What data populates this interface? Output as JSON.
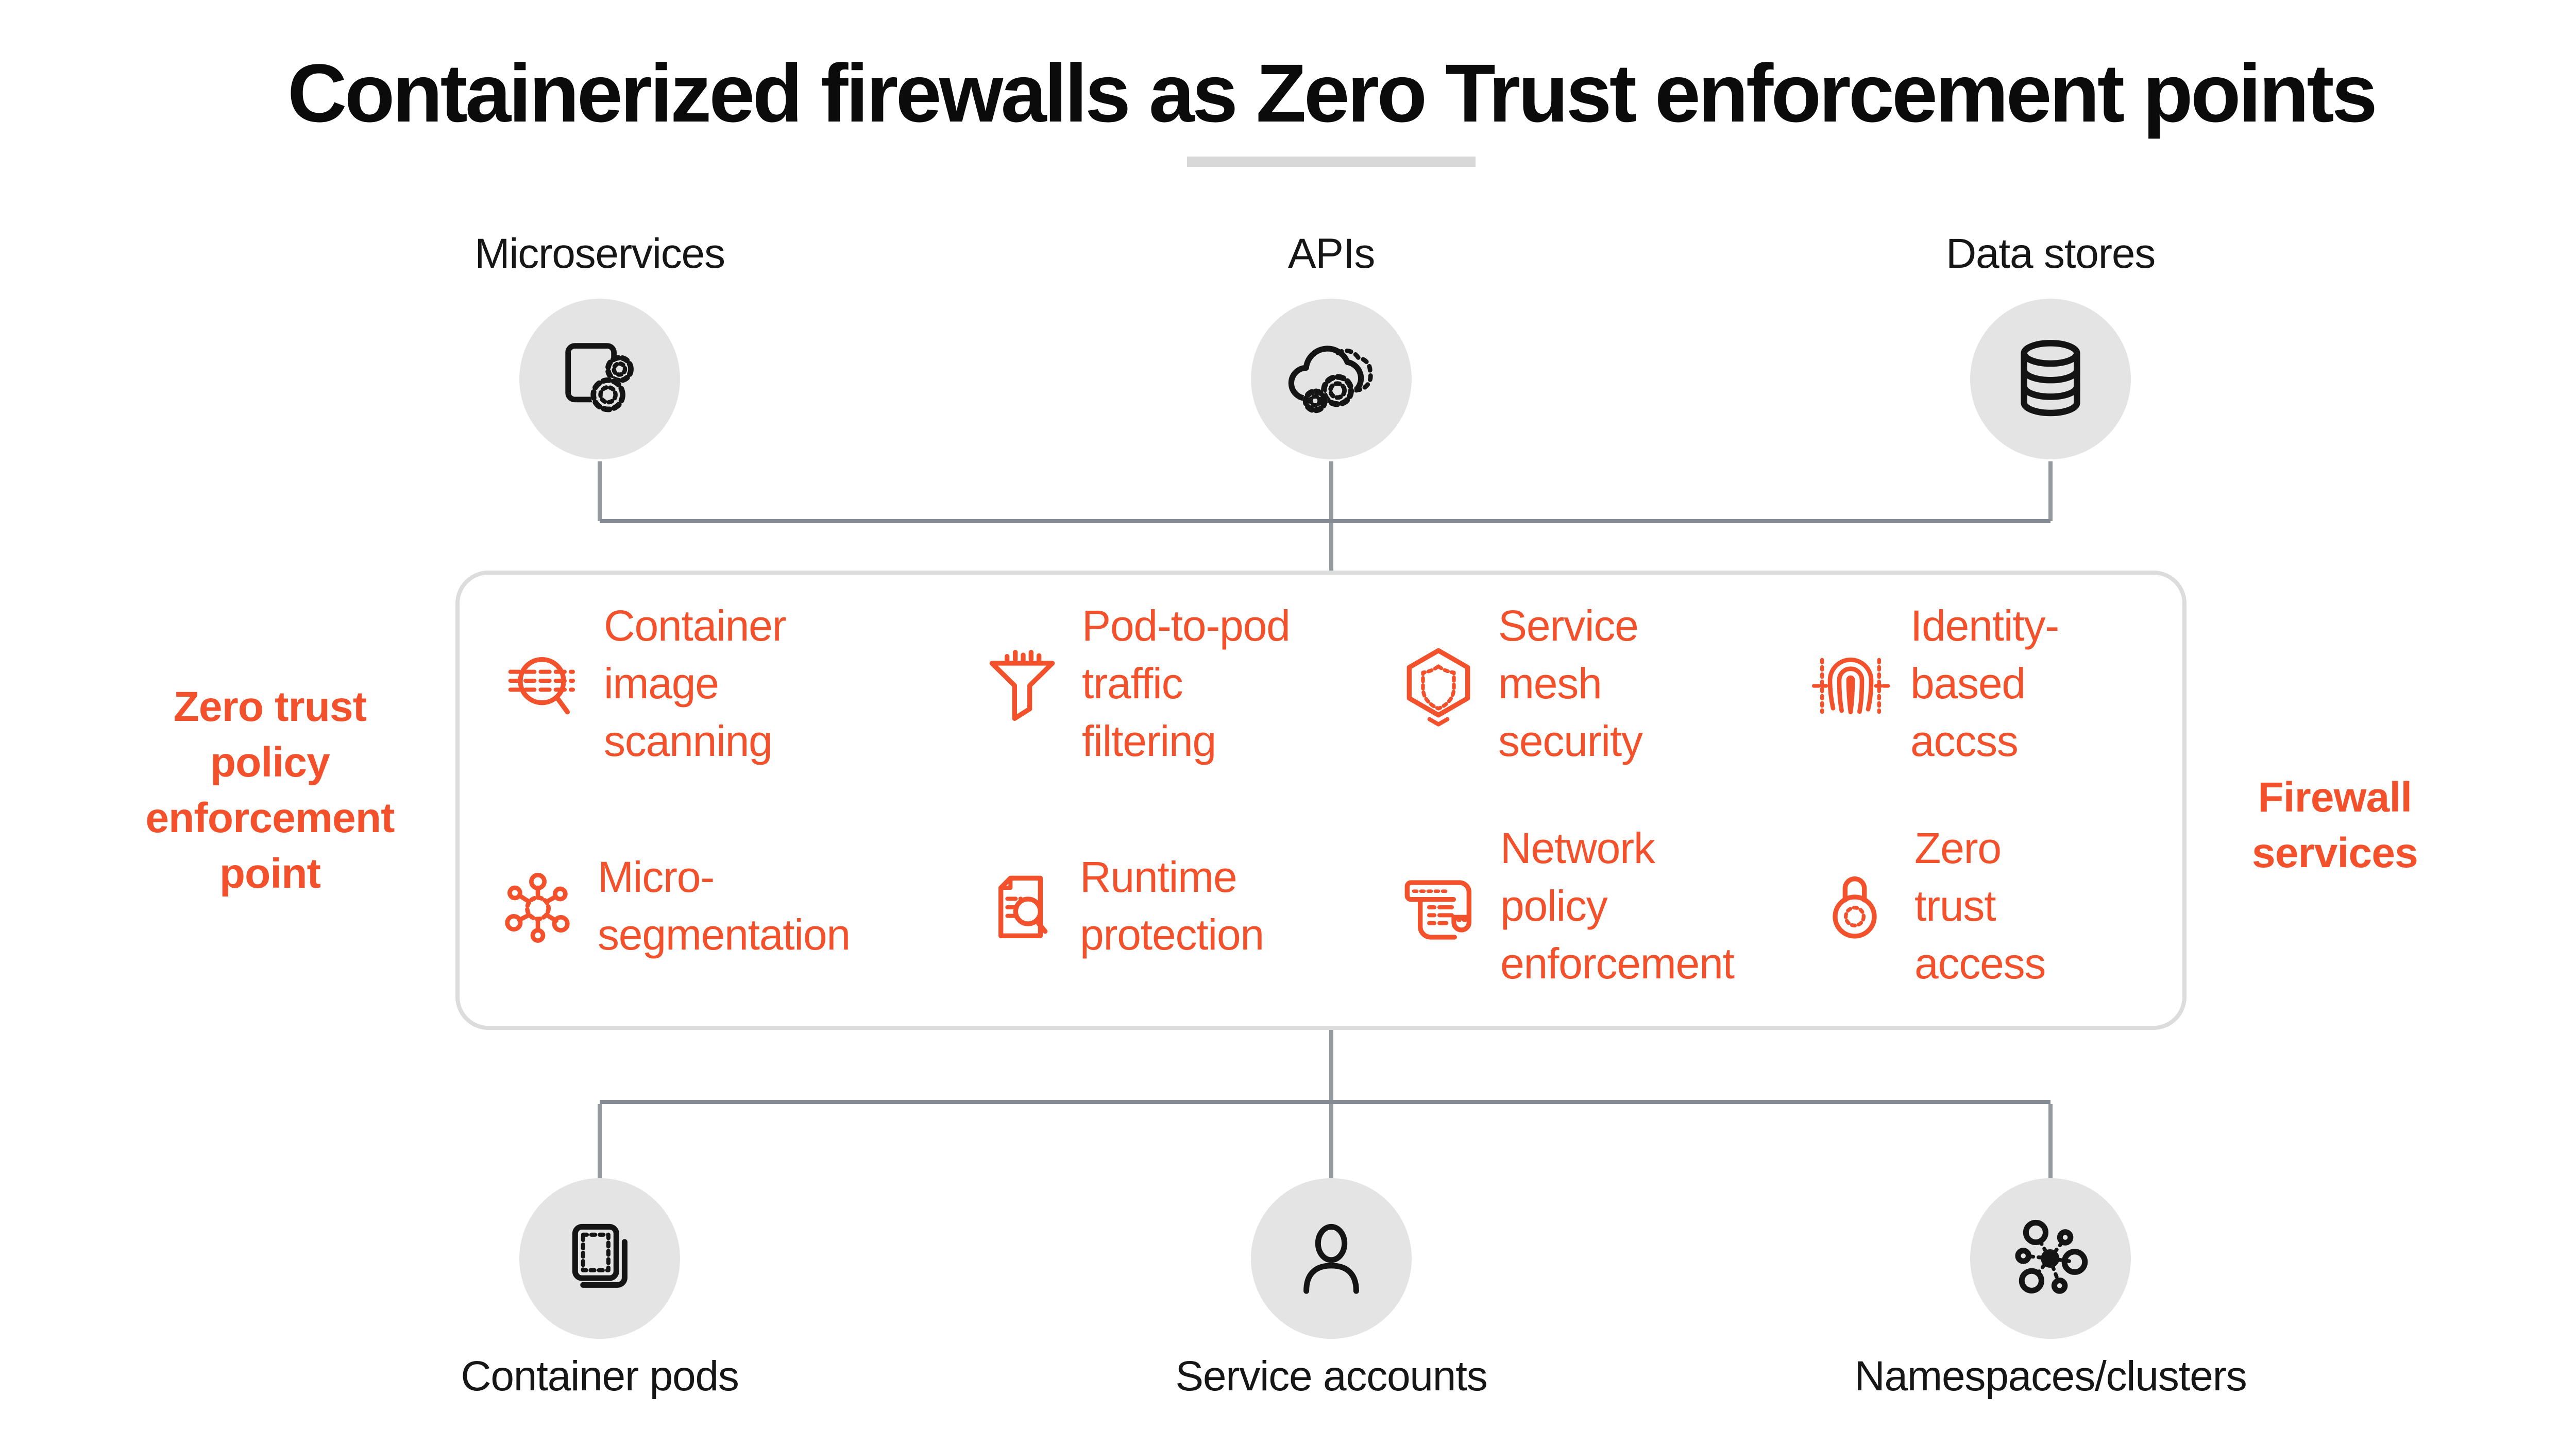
{
  "title": "Containerized firewalls as Zero Trust enforcement points",
  "colors": {
    "accent_orange": "#F2512C",
    "node_circle_gray": "#E4E4E4",
    "connector_gray": "#8A9096",
    "box_border_gray": "#DCDCDC",
    "text_black": "#141414"
  },
  "top_nodes": [
    {
      "label": "Microservices",
      "icon": "container-gears-icon"
    },
    {
      "label": "APIs",
      "icon": "cloud-gears-icon"
    },
    {
      "label": "Data stores",
      "icon": "database-icon"
    }
  ],
  "box": {
    "left_label": "Zero trust\npolicy\nenforcement\npoint",
    "right_label": "Firewall\nservices",
    "services": [
      {
        "label": "Container\nimage\nscanning",
        "icon": "image-scan-magnifier-icon"
      },
      {
        "label": "Pod-to-pod\ntraffic\nfiltering",
        "icon": "funnel-icon"
      },
      {
        "label": "Service\nmesh\nsecurity",
        "icon": "hexagon-shield-icon"
      },
      {
        "label": "Identity-\nbased\naccss",
        "icon": "fingerprint-icon"
      },
      {
        "label": "Micro-\nsegmentation",
        "icon": "segmentation-hub-icon"
      },
      {
        "label": "Runtime\nprotection",
        "icon": "document-scan-icon"
      },
      {
        "label": "Network\npolicy\nenforcement",
        "icon": "policy-scroll-icon"
      },
      {
        "label": "Zero\ntrust\naccess",
        "icon": "padlock-icon"
      }
    ]
  },
  "bottom_nodes": [
    {
      "label": "Container pods",
      "icon": "stacked-pods-icon"
    },
    {
      "label": "Service accounts",
      "icon": "person-icon"
    },
    {
      "label": "Namespaces/clusters",
      "icon": "cluster-circles-icon"
    }
  ]
}
